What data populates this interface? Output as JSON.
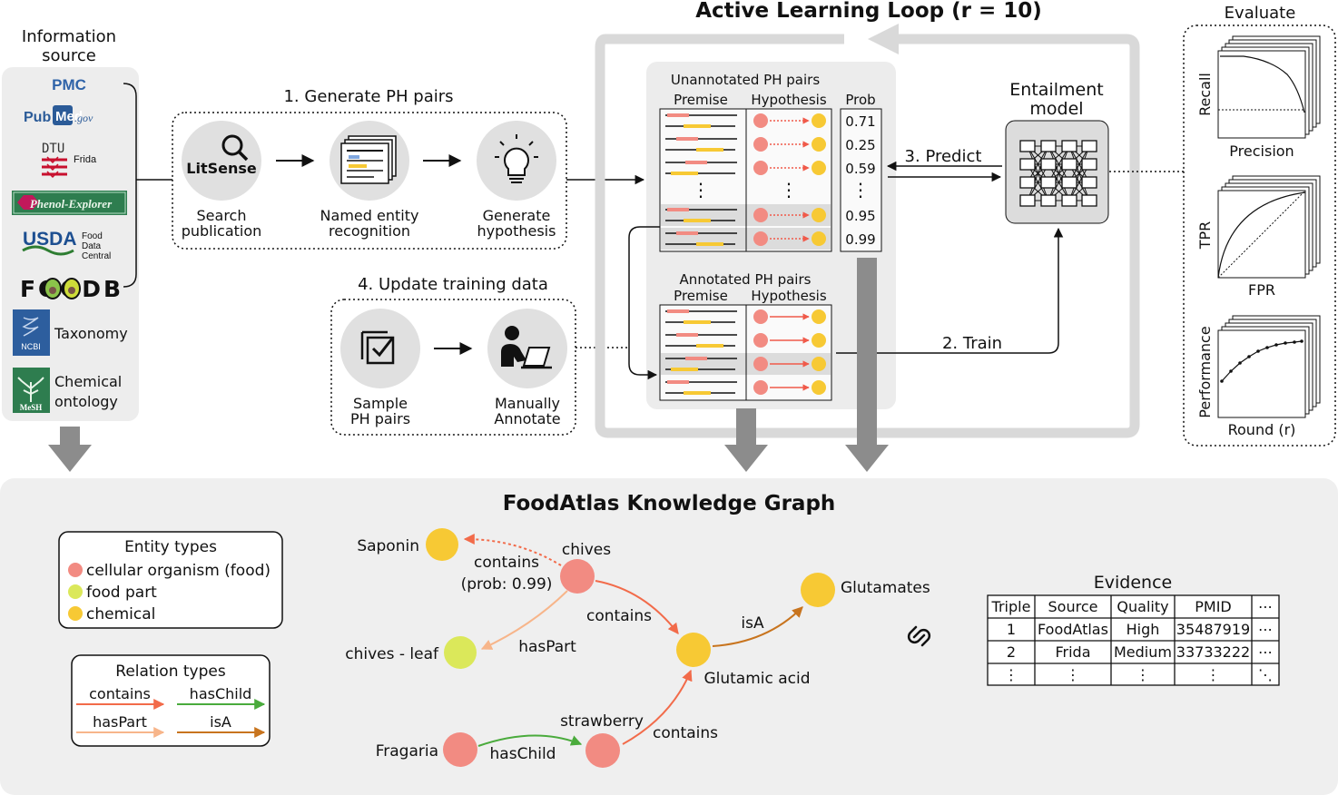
{
  "info_source": {
    "title_line1": "Information",
    "title_line2": "source",
    "pmc": "PMC",
    "pubmed_a": "Pub",
    "pubmed_b": "Med",
    "pubmed_c": ".gov",
    "dtu": "DTU",
    "frida": "Frida",
    "phenol": "Phenol-Explorer",
    "usda": "USDA",
    "usda_sub1": "Food",
    "usda_sub2": "Data",
    "usda_sub3": "Central",
    "foodb": "FOODB",
    "ncbi_badge": "NCBI",
    "taxonomy": "Taxonomy",
    "mesh_badge": "MeSH",
    "chemical_line1": "Chemical",
    "chemical_line2": "ontology"
  },
  "generate": {
    "title": "1. Generate PH pairs",
    "litsense": "LitSense",
    "step1_line1": "Search",
    "step1_line2": "publication",
    "step2_line1": "Named entity",
    "step2_line2": "recognition",
    "step3_line1": "Generate",
    "step3_line2": "hypothesis"
  },
  "update": {
    "title": "4. Update training data",
    "step1_line1": "Sample",
    "step1_line2": "PH pairs",
    "step2_line1": "Manually",
    "step2_line2": "Annotate"
  },
  "loop": {
    "title": "Active Learning Loop (r = 10)",
    "unannotated": "Unannotated PH pairs",
    "annotated": "Annotated PH pairs",
    "premise": "Premise",
    "hypothesis": "Hypothesis",
    "prob": "Prob",
    "probs": [
      "0.71",
      "0.25",
      "0.59",
      "0.95",
      "0.99"
    ],
    "model_line1": "Entailment",
    "model_line2": "model",
    "predict": "3. Predict",
    "train": "2. Train"
  },
  "evaluate": {
    "title": "Evaluate",
    "plot1_y": "Recall",
    "plot1_x": "Precision",
    "plot2_y": "TPR",
    "plot2_x": "FPR",
    "plot3_y": "Performance",
    "plot3_x": "Round (r)"
  },
  "kg": {
    "title": "FoodAtlas Knowledge Graph",
    "entity_title": "Entity types",
    "entity_types": [
      {
        "label": "cellular organism (food)",
        "color": "#f28b82"
      },
      {
        "label": "food part",
        "color": "#dbe85a"
      },
      {
        "label": "chemical",
        "color": "#f7c934"
      }
    ],
    "relation_title": "Relation types",
    "relation_types": [
      {
        "label": "contains",
        "color": "#f26b4a"
      },
      {
        "label": "hasChild",
        "color": "#4aab3c"
      },
      {
        "label": "hasPart",
        "color": "#f7b58a"
      },
      {
        "label": "isA",
        "color": "#c8741e"
      }
    ],
    "nodes": {
      "saponin": "Saponin",
      "chives": "chives",
      "chives_leaf": "chives - leaf",
      "glutamates": "Glutamates",
      "glutamic_acid": "Glutamic acid",
      "fragaria": "Fragaria",
      "strawberry": "strawberry"
    },
    "edges": {
      "contains_prob_1": "contains",
      "contains_prob_2": "(prob: 0.99)",
      "contains_a": "contains",
      "hasPart": "hasPart",
      "isA": "isA",
      "hasChild": "hasChild",
      "contains_b": "contains"
    }
  },
  "evidence": {
    "title": "Evidence",
    "headers": [
      "Triple",
      "Source",
      "Quality",
      "PMID",
      "⋯"
    ],
    "rows": [
      [
        "1",
        "FoodAtlas",
        "High",
        "35487919",
        "⋯"
      ],
      [
        "2",
        "Frida",
        "Medium",
        "33733222",
        "⋯"
      ],
      [
        "⋮",
        "⋮",
        "⋮",
        "⋮",
        "⋱"
      ]
    ]
  }
}
